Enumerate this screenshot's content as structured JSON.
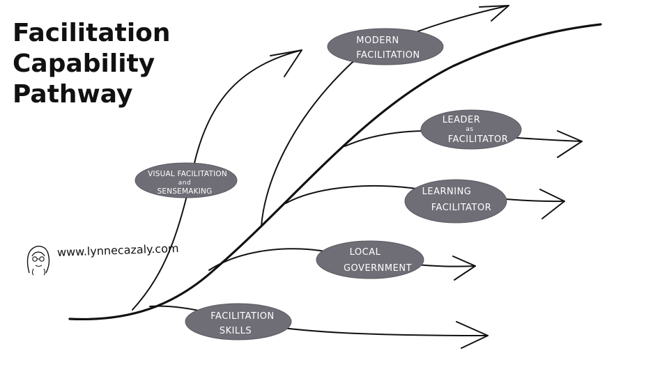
{
  "title": {
    "line1": "Facilitation",
    "line2": "Capability",
    "line3": "Pathway"
  },
  "nodes": {
    "modern": {
      "line1": "MODERN",
      "line2": "FACILITATION"
    },
    "visual": {
      "line1": "VISUAL FACILITATION",
      "line2": "and",
      "line3": "SENSEMAKING"
    },
    "leader": {
      "line1": "LEADER",
      "line2": "as",
      "line3": "FACILITATOR"
    },
    "learning": {
      "line1": "LEARNING",
      "line2": "FACILITATOR"
    },
    "local": {
      "line1": "LOCAL",
      "line2": "GOVERNMENT"
    },
    "skills": {
      "line1": "FACILITATION",
      "line2": "SKILLS"
    }
  },
  "website": "www.lynnecazaly.com",
  "colors": {
    "oval_fill": "#6f6e77",
    "line": "#111111",
    "text_on_oval": "#ffffff"
  },
  "icons": [
    "avatar-sketch-icon"
  ]
}
